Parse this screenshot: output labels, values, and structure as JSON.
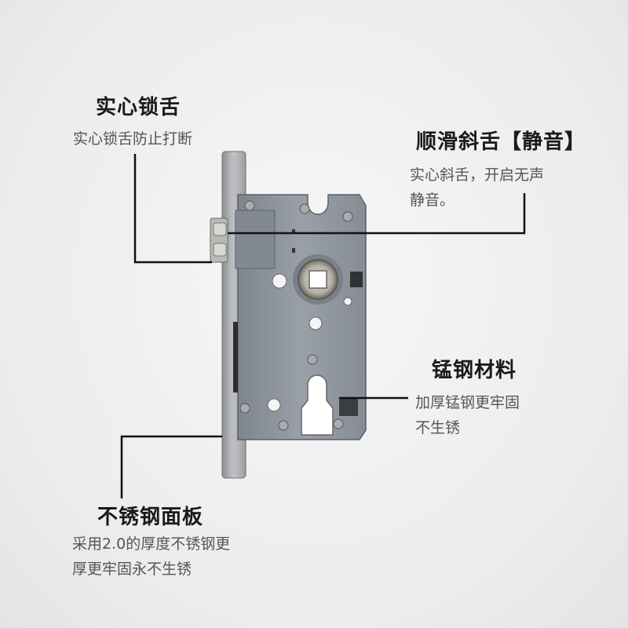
{
  "callouts": {
    "solid_bolt": {
      "title": "实心锁舌",
      "desc": "实心锁舌防止打断"
    },
    "smooth_latch": {
      "title": "顺滑斜舌【静音】",
      "desc_line1": "实心斜舌，开启无声",
      "desc_line2": "静音。"
    },
    "manganese_steel": {
      "title": "锰钢材料",
      "desc_line1": "加厚锰钢更牢固",
      "desc_line2": "不生锈"
    },
    "stainless_panel": {
      "title": "不锈钢面板",
      "desc_line1": "采用2.0的厚度不锈钢更",
      "desc_line2": "厚更牢固永不生锈"
    }
  },
  "colors": {
    "body_steel": "#8e949c",
    "face_plate": "#a7a9ad",
    "leader_line": "#111111"
  }
}
